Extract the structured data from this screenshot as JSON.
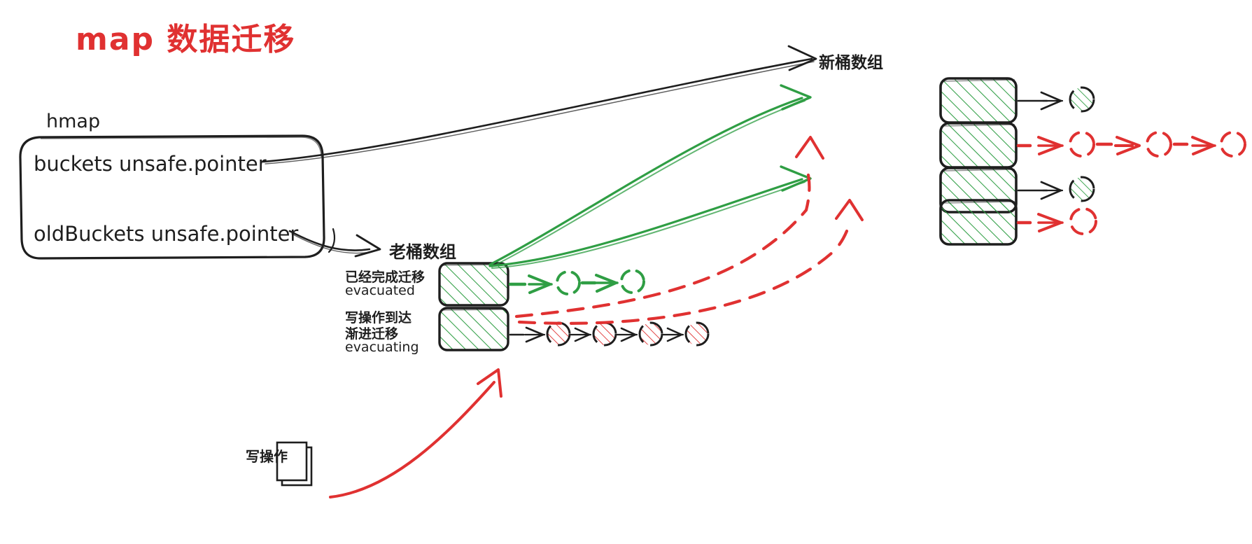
{
  "title": "map 数据迁移",
  "colors": {
    "title_red": "#e03131",
    "ink_black": "#1e1e1e",
    "green": "#2f9e44",
    "red": "#e03131",
    "background": "#ffffff"
  },
  "hmap": {
    "label": "hmap",
    "fields": [
      {
        "name": "buckets",
        "type": "unsafe.pointer",
        "text": "buckets unsafe.pointer"
      },
      {
        "name": "oldBuckets",
        "type": "unsafe.pointer",
        "text": "oldBuckets unsafe.pointer"
      }
    ]
  },
  "old_bucket_array": {
    "label": "老桶数组",
    "buckets": [
      {
        "state": "evacuated",
        "annotation_cn": "已经完成迁移",
        "annotation_en": "evacuated",
        "chain_color": "green",
        "chain_style": "dashed",
        "chain_cells": 2
      },
      {
        "state": "evacuating",
        "annotation_cn_line1": "写操作到达",
        "annotation_cn_line2": "渐进迁移",
        "annotation_en": "evacuating",
        "chain_color": "black",
        "chain_style": "solid",
        "chain_cells": 4
      }
    ]
  },
  "new_bucket_array": {
    "label": "新桶数组",
    "buckets": [
      {
        "index": 0,
        "chain_color": "black",
        "chain_style": "solid",
        "chain_cells": 1
      },
      {
        "index": 1,
        "chain_color": "red",
        "chain_style": "dashed",
        "chain_cells": 3
      },
      {
        "index": 2,
        "chain_color": "black",
        "chain_style": "solid",
        "chain_cells": 1
      },
      {
        "index": 3,
        "chain_color": "red",
        "chain_style": "dashed",
        "chain_cells": 1
      }
    ]
  },
  "write_operation": {
    "label": "写操作",
    "icon": "documents-icon"
  },
  "arrows": {
    "buckets_to_new_array": "buckets unsafe.pointer → 新桶数组",
    "oldbuckets_to_old_array": "oldBuckets unsafe.pointer → 老桶数组",
    "evacuated_to_new_green_1": "老桶[0] → 新桶[0]",
    "evacuated_to_new_green_2": "老桶[0] → 新桶[2]",
    "write_to_evacuating": "写操作 → 老桶[1]",
    "evacuating_to_new_red_1": "老桶[1] → 新桶[1]",
    "evacuating_to_new_red_2": "老桶[1] → 新桶[3]"
  }
}
